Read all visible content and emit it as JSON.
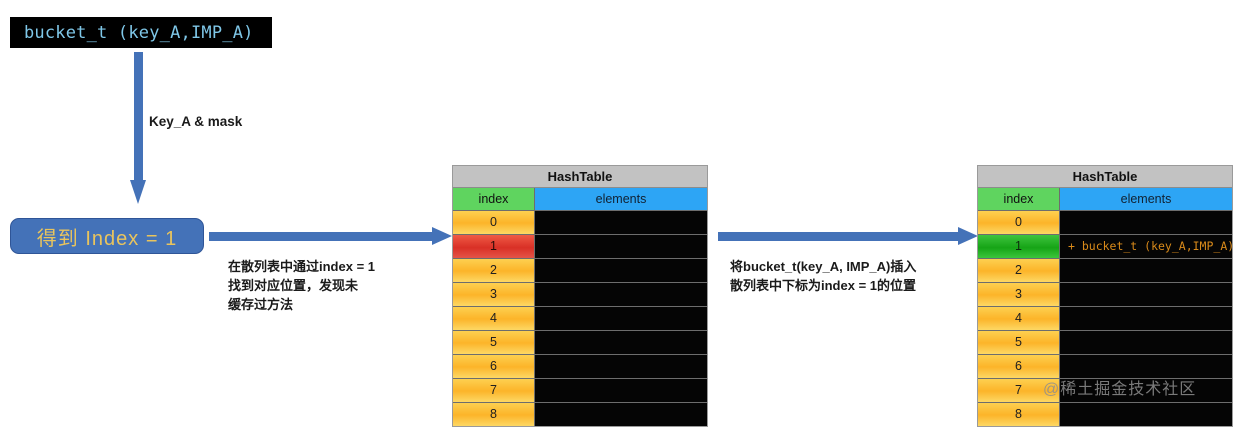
{
  "source_box": {
    "code": "bucket_t (key_A,IMP_A)"
  },
  "vertical_arrow": {
    "label": "Key_A & mask"
  },
  "index_box": {
    "text": "得到 Index = 1"
  },
  "arrows": [
    {
      "caption": "在散列表中通过index = 1\n找到对应位置，发现未\n缓存过方法"
    },
    {
      "caption": "将bucket_t(key_A, IMP_A)插入\n散列表中下标为index = 1的位置"
    }
  ],
  "tables": [
    {
      "title": "HashTable",
      "columns": [
        "index",
        "elements"
      ],
      "rows": [
        {
          "index": "0",
          "element": "",
          "state": "normal"
        },
        {
          "index": "1",
          "element": "",
          "state": "miss"
        },
        {
          "index": "2",
          "element": "",
          "state": "normal"
        },
        {
          "index": "3",
          "element": "",
          "state": "normal"
        },
        {
          "index": "4",
          "element": "",
          "state": "normal"
        },
        {
          "index": "5",
          "element": "",
          "state": "normal"
        },
        {
          "index": "6",
          "element": "",
          "state": "normal"
        },
        {
          "index": "7",
          "element": "",
          "state": "normal"
        },
        {
          "index": "8",
          "element": "",
          "state": "normal"
        }
      ]
    },
    {
      "title": "HashTable",
      "columns": [
        "index",
        "elements"
      ],
      "rows": [
        {
          "index": "0",
          "element": "",
          "state": "normal"
        },
        {
          "index": "1",
          "element": "+ bucket_t (key_A,IMP_A)",
          "state": "inserted"
        },
        {
          "index": "2",
          "element": "",
          "state": "normal"
        },
        {
          "index": "3",
          "element": "",
          "state": "normal"
        },
        {
          "index": "4",
          "element": "",
          "state": "normal"
        },
        {
          "index": "5",
          "element": "",
          "state": "normal"
        },
        {
          "index": "6",
          "element": "",
          "state": "normal"
        },
        {
          "index": "7",
          "element": "",
          "state": "normal"
        },
        {
          "index": "8",
          "element": "",
          "state": "normal"
        }
      ]
    }
  ],
  "watermark": {
    "text": "@稀土掘金技术社区"
  },
  "colors": {
    "arrow_blue": "#4472b8",
    "index_header_green": "#5fd45f",
    "elements_header_blue": "#2da5f5",
    "row_orange": "#fcb429",
    "row_red": "#d93026",
    "row_green": "#16a416",
    "code_text_blue": "#7fc7e8",
    "inserted_text_orange": "#d98a1a",
    "index_box_text_gold": "#e9c45d",
    "title_gray": "#c2c2c2"
  }
}
